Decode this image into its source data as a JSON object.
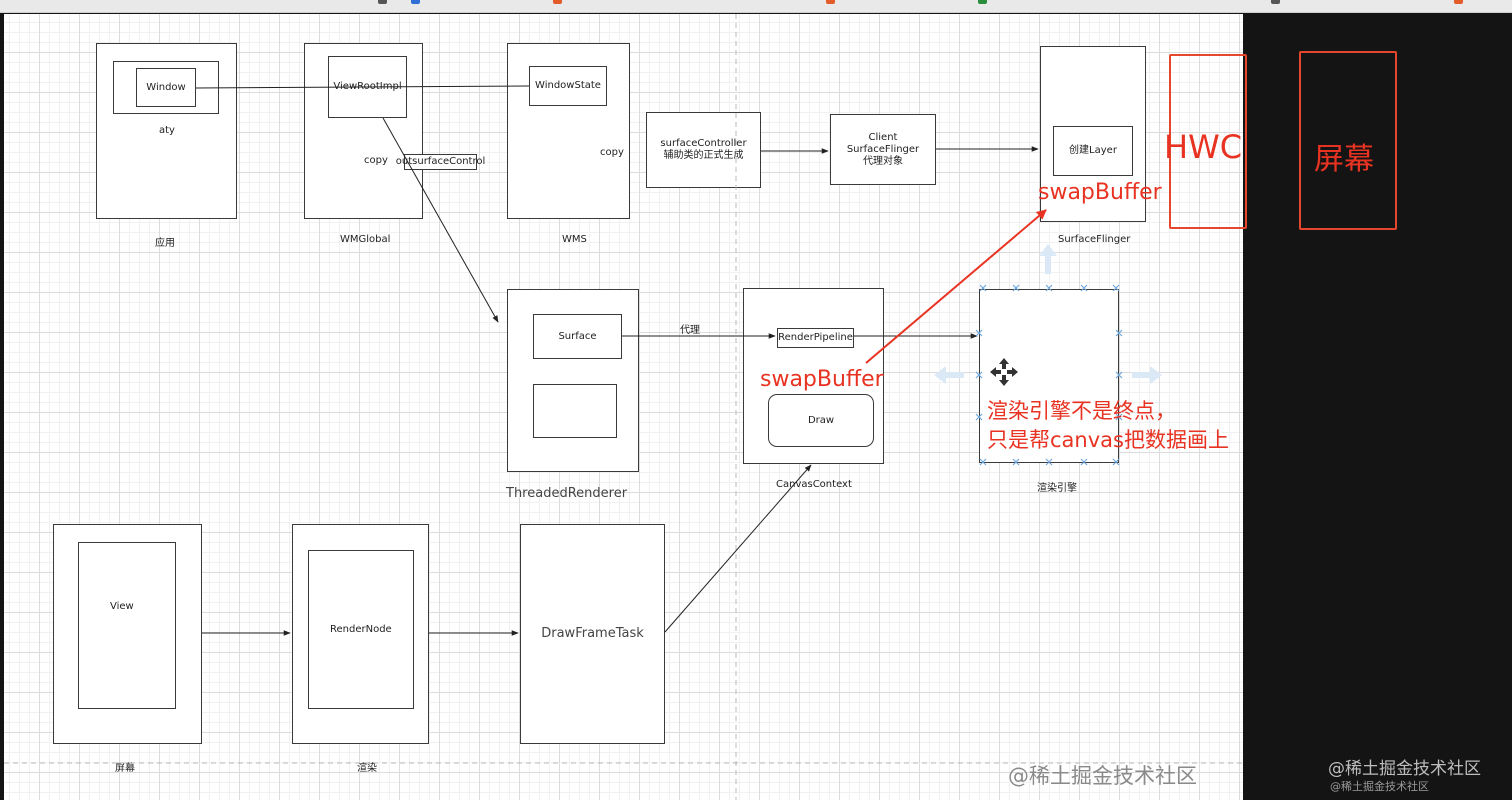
{
  "diagram": {
    "aty_label": "aty",
    "window_label": "Window",
    "app_caption": "应用",
    "viewrootimpl_label": "ViewRootImpl",
    "copy_label_1": "copy",
    "surface_control_label": "outsurfaceControl",
    "wmglobal_caption": "WMGlobal",
    "windowstate_label": "WindowState",
    "copy_label_2": "copy",
    "wms_caption": "WMS",
    "surface_controller_label": "surfaceController\n辅助类的正式生成",
    "client_sf_label": "Client  SurfaceFlinger\n代理对象",
    "create_layer_label": "创建Layer",
    "surfaceflinger_caption": "SurfaceFlinger",
    "surface_label": "Surface",
    "proxy_label": "代理",
    "threaded_renderer_caption": "ThreadedRenderer",
    "render_pipeline_label": "RenderPipeline",
    "draw_label": "Draw",
    "canvas_context_caption": "CanvasContext",
    "render_engine_caption": "渲染引擎",
    "view_label": "View",
    "screen_caption": "屏幕",
    "render_node_label": "RenderNode",
    "render_caption": "渲染",
    "draw_frame_task_label": "DrawFrameTask"
  },
  "annotations": {
    "swapbuffer_top": "swapBuffer",
    "swapbuffer_mid": "swapBuffer",
    "note_line1": "渲染引擎不是终点，",
    "note_line2": "只是帮canvas把数据画上",
    "hwc_label": "HWC",
    "screen_label": "屏幕"
  },
  "watermarks": {
    "canvas_mark": "@稀土掘金技术社区",
    "corner_mark_large": "@稀土掘金技术社区",
    "corner_mark_small": "@稀土掘金技术社区"
  },
  "colors": {
    "annotation_red": "#e83322",
    "box_border": "#3a3a3a",
    "selection_blue": "#6fa8dc",
    "dark_panel": "#141414"
  }
}
